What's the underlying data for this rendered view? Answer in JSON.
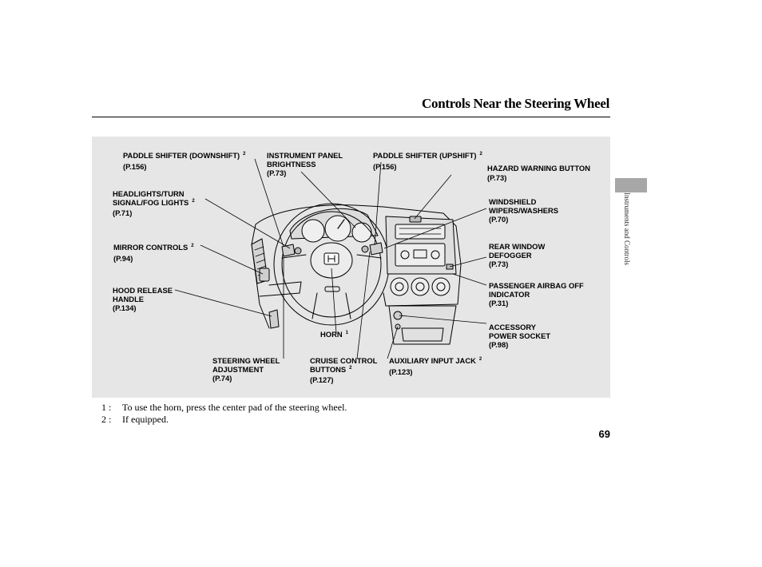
{
  "page": {
    "title": "Controls Near the Steering Wheel",
    "section_tab": "Instruments and Controls",
    "page_number": "69"
  },
  "callouts": [
    {
      "id": "paddle-down",
      "lines": [
        "PADDLE SHIFTER (DOWNSHIFT)"
      ],
      "note": "2",
      "ref": "(P.156)"
    },
    {
      "id": "panel-brightness",
      "lines": [
        "INSTRUMENT PANEL",
        "BRIGHTNESS"
      ],
      "note": "",
      "ref": "(P.73)"
    },
    {
      "id": "paddle-up",
      "lines": [
        "PADDLE SHIFTER (UPSHIFT)"
      ],
      "note": "2",
      "ref": "(P.156)"
    },
    {
      "id": "hazard",
      "lines": [
        "HAZARD WARNING BUTTON"
      ],
      "note": "",
      "ref": "(P.73)"
    },
    {
      "id": "headlights",
      "lines": [
        "HEADLIGHTS/TURN",
        "SIGNAL/FOG LIGHTS"
      ],
      "note": "2",
      "ref": "(P.71)"
    },
    {
      "id": "wipers",
      "lines": [
        "WINDSHIELD",
        "WIPERS/WASHERS"
      ],
      "note": "",
      "ref": "(P.70)"
    },
    {
      "id": "mirror",
      "lines": [
        "MIRROR CONTROLS"
      ],
      "note": "2",
      "ref": "(P.94)"
    },
    {
      "id": "defogger",
      "lines": [
        "REAR WINDOW",
        "DEFOGGER"
      ],
      "note": "",
      "ref": "(P.73)"
    },
    {
      "id": "airbag",
      "lines": [
        "PASSENGER AIRBAG OFF",
        "INDICATOR"
      ],
      "note": "",
      "ref": "(P.31)"
    },
    {
      "id": "hood",
      "lines": [
        "HOOD RELEASE",
        "HANDLE"
      ],
      "note": "",
      "ref": "(P.134)"
    },
    {
      "id": "accessory",
      "lines": [
        "ACCESSORY",
        "POWER SOCKET"
      ],
      "note": "",
      "ref": "(P.98)"
    },
    {
      "id": "horn",
      "lines": [
        "HORN"
      ],
      "note": "1",
      "ref": ""
    },
    {
      "id": "steering-adj",
      "lines": [
        "STEERING WHEEL",
        "ADJUSTMENT"
      ],
      "note": "",
      "ref": "(P.74)"
    },
    {
      "id": "cruise",
      "lines": [
        "CRUISE CONTROL",
        "BUTTONS"
      ],
      "note": "2",
      "ref": "(P.127)"
    },
    {
      "id": "aux",
      "lines": [
        "AUXILIARY INPUT JACK"
      ],
      "note": "2",
      "ref": "(P.123)"
    }
  ],
  "footnotes": [
    {
      "num": "1 :",
      "text": "To use the horn, press the center pad of the steering wheel."
    },
    {
      "num": "2 :",
      "text": "If equipped."
    }
  ]
}
